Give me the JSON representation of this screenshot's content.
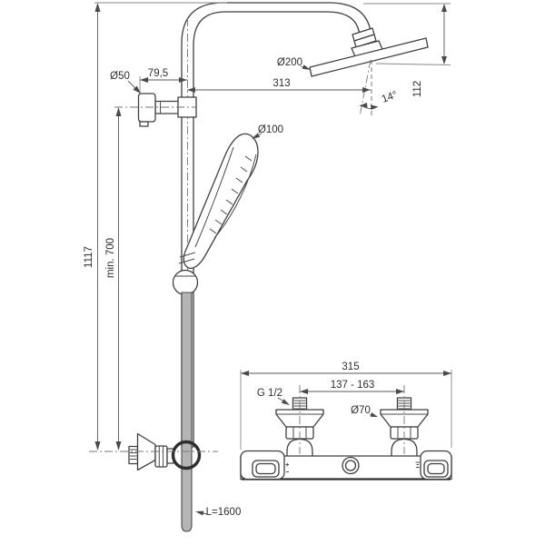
{
  "document": {
    "kind": "technical dimension drawing",
    "subject": "thermostatic shower system with rain head, hand shower and exposed mixer"
  },
  "dimensions": {
    "overall_height": "1117",
    "min_mounting_height": "min. 700",
    "wall_offset": "79,5",
    "wall_bracket_diameter": "Ø50",
    "rain_head_diameter": "Ø200",
    "rain_head_reach": "313",
    "rain_head_drop": "112",
    "rain_head_angle": "14°",
    "hand_shower_diameter": "Ø100",
    "hose_length": "L=1600",
    "mixer_overall_width": "315",
    "connection_centers": "137 - 163",
    "connection_thread": "G 1/2",
    "escutcheon_diameter": "Ø70"
  },
  "colors": {
    "background": "#ffffff",
    "line": "#3f3f3f",
    "dimension_line": "#5a5a5a",
    "centerline": "#767676",
    "text": "#2e2e2e",
    "hose_fill": "#b5b5b5"
  }
}
